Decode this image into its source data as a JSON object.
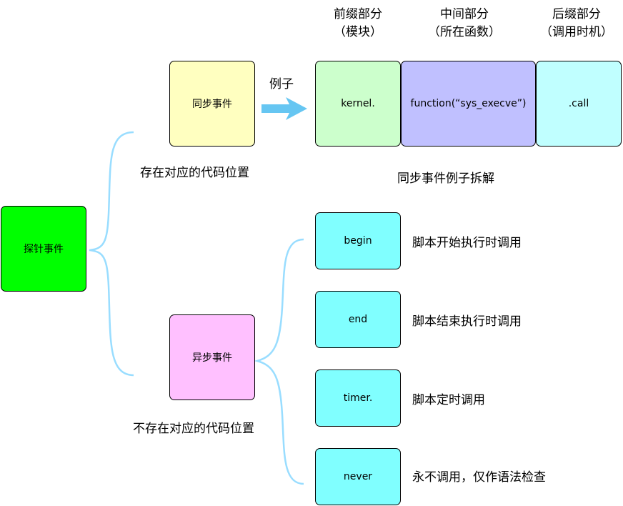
{
  "root": {
    "label": "探针事件",
    "color": "#00ff00"
  },
  "sync": {
    "label": "同步事件",
    "color": "#ffffc0",
    "caption": "存在对应的代码位置",
    "example_label": "例子"
  },
  "async": {
    "label": "异步事件",
    "color": "#ffc0ff",
    "caption": "不存在对应的代码位置"
  },
  "breakdown": {
    "caption": "同步事件例子拆解",
    "parts": [
      {
        "header": "前缀部分",
        "subheader": "（模块）",
        "value": "kernel.",
        "color": "#ccffcc"
      },
      {
        "header": "中间部分",
        "subheader": "（所在函数）",
        "value": "function(“sys_execve”)",
        "color": "#c0c0ff"
      },
      {
        "header": "后缀部分",
        "subheader": "（调用时机）",
        "value": ".call",
        "color": "#c0ffff"
      }
    ]
  },
  "async_events": [
    {
      "name": "begin",
      "desc": "脚本开始执行时调用"
    },
    {
      "name": "end",
      "desc": "脚本结束执行时调用"
    },
    {
      "name": "timer.",
      "desc": "脚本定时调用"
    },
    {
      "name": "never",
      "desc": "永不调用，仅作语法检查"
    }
  ],
  "colors": {
    "bracket": "#99ddff",
    "arrow": "#66c6f2",
    "async_event_box": "#80ffff"
  }
}
